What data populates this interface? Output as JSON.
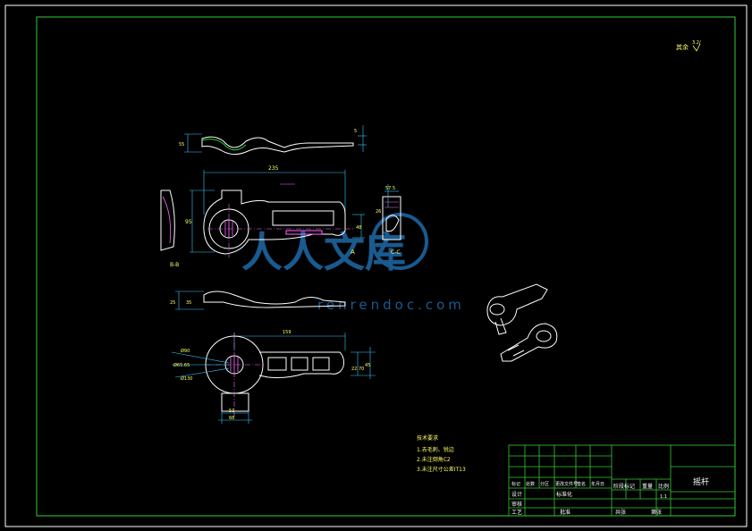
{
  "roughness": {
    "label": "其余",
    "value": "3.2/"
  },
  "views": {
    "section_bb": "B-B",
    "section_cc": "C-C",
    "arrow_a": "A"
  },
  "dimensions": {
    "top_width": "235",
    "left_height": "95",
    "small_right": "48",
    "cc_width": "57.5",
    "cc_height": "26",
    "top_view_len": "35",
    "side_h": "25",
    "bottom_len": "159",
    "dia_90": "Ø90",
    "dia_65": "Ø65.65",
    "dia_130": "Ø130",
    "right_h1": "22.70",
    "right_h2": "45",
    "boss_w1": "53",
    "boss_w2": "68",
    "top_side_h": "55",
    "top_side_r": "5"
  },
  "notes": {
    "title": "技术要求",
    "items": [
      "1.去毛刺、锐边",
      "2.未注倒角C2",
      "3.未注尺寸公差IT13"
    ]
  },
  "title_block": {
    "part_name": "摇杆",
    "header_row": [
      "标记",
      "处数",
      "分区",
      "更改文件号",
      "签名",
      "年月日"
    ],
    "design": "设计",
    "standardize": "标准化",
    "review": "审核",
    "process": "工艺",
    "approve": "批准",
    "stage_labels": [
      "阶段标记",
      "重量",
      "比例"
    ],
    "scale": "1:1",
    "sheet_total": "共张",
    "sheet_no": "第张"
  },
  "watermark": {
    "text": "人人文库",
    "url": "renrendoc.com"
  },
  "colors": {
    "frame": "#33cc33",
    "outline": "#ffffff",
    "dimension": "#33ccff",
    "text": "#ffff66",
    "hatch": "#ff66ff",
    "watermark": "#1e6aa8"
  }
}
